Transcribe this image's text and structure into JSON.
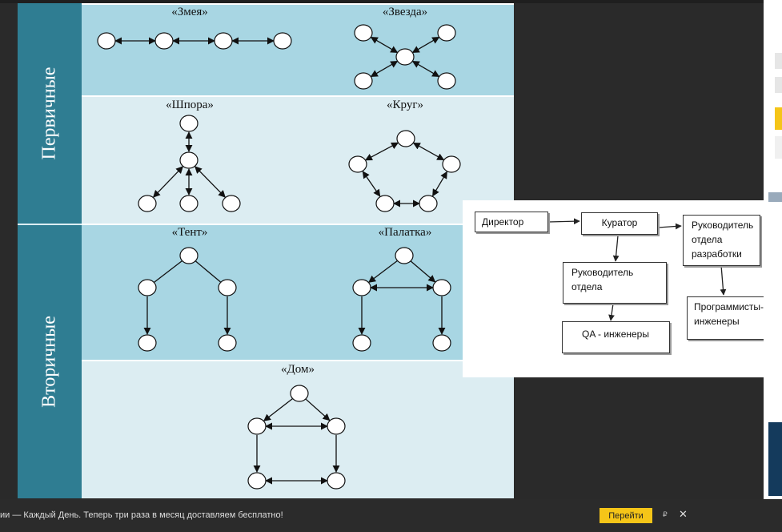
{
  "diagram": {
    "groups": [
      {
        "label": "Первичные"
      },
      {
        "label": "Вторичные"
      }
    ],
    "cells": [
      {
        "title": "«Змея»"
      },
      {
        "title": "«Звезда»"
      },
      {
        "title": "«Шпора»"
      },
      {
        "title": "«Круг»"
      },
      {
        "title": "«Тент»"
      },
      {
        "title": "«Палатка»"
      },
      {
        "title": "«Дом»"
      }
    ],
    "colors": {
      "band": "#2f7d92",
      "row_dark": "#a8d6e3",
      "row_light": "#dcedf2"
    }
  },
  "org_chart": {
    "boxes": [
      {
        "id": "director",
        "text": "Директор"
      },
      {
        "id": "curator",
        "text": "Куратор"
      },
      {
        "id": "dev_head",
        "text": "Руководитель отдела разработки"
      },
      {
        "id": "dept_head",
        "text": "Руководитель отдела"
      },
      {
        "id": "qa",
        "text": "QA - инженеры"
      },
      {
        "id": "programmers",
        "text": "Программисты-инженеры"
      }
    ]
  },
  "bottom_banner": {
    "text": "ии — Каждый День. Теперь три раза в месяц доставляем бесплатно!",
    "button_label": "Перейти",
    "flag_label": "₽",
    "close_label": "✕"
  }
}
